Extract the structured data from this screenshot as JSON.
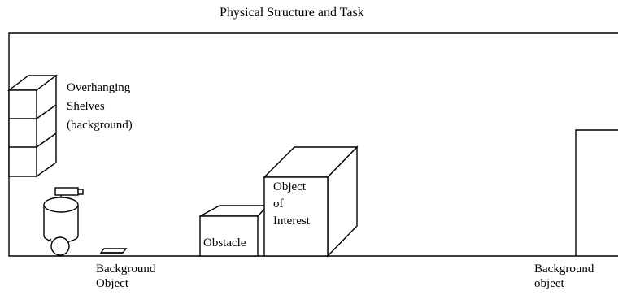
{
  "title": "Physical Structure and Task",
  "labels": {
    "shelves": [
      "Overhanging",
      "Shelves",
      "(background)"
    ],
    "object_of_interest": [
      "Object",
      "of",
      "Interest"
    ],
    "obstacle": "Obstacle",
    "background_object_left": [
      "Background",
      "Object"
    ],
    "background_object_right": [
      "Background",
      "object"
    ]
  }
}
